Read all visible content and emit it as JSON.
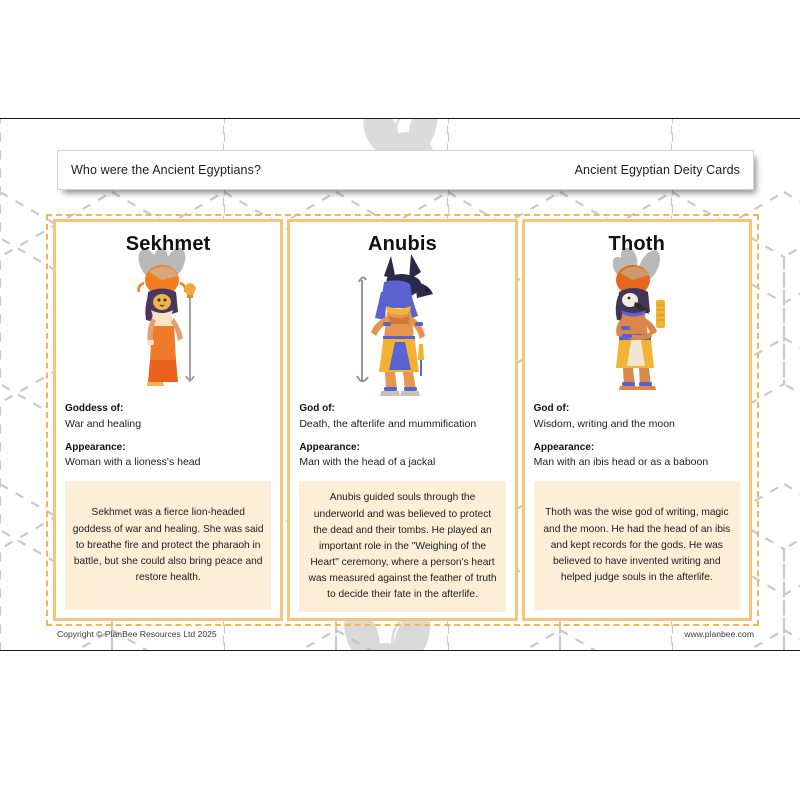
{
  "header": {
    "left_title": "Who were the Ancient Egyptians?",
    "right_title": "Ancient Egyptian Deity Cards"
  },
  "colors": {
    "card_border": "#f5c677",
    "cut_guide": "#f0b855",
    "factbox_bg": "#fdeed7",
    "watermark": "#bfbfbf",
    "text": "#1d1d1d"
  },
  "cards": [
    {
      "name": "Sekhmet",
      "art_icon": "sekhmet-figure",
      "domain_label": "Goddess of:",
      "domain_value": "War and healing",
      "appearance_label": "Appearance:",
      "appearance_value": "Woman with a lioness's head",
      "fact": "Sekhmet was a fierce lion-headed goddess of war and healing. She was said to breathe fire and protect the pharaoh in battle, but she could also bring peace and restore health."
    },
    {
      "name": "Anubis",
      "art_icon": "anubis-figure",
      "domain_label": "God of:",
      "domain_value": "Death, the afterlife and mummification",
      "appearance_label": "Appearance:",
      "appearance_value": "Man with the head of a jackal",
      "fact": "Anubis guided souls through the underworld and was believed to protect the dead and their tombs. He played an important role in the \"Weighing of the Heart\" ceremony, where a person's heart was measured against the feather of truth to decide their fate in the afterlife."
    },
    {
      "name": "Thoth",
      "art_icon": "thoth-figure",
      "domain_label": "God of:",
      "domain_value": "Wisdom, writing and the moon",
      "appearance_label": "Appearance:",
      "appearance_value": "Man with an ibis head or as a baboon",
      "fact": "Thoth was the wise god of writing, magic and the moon. He had the head of an ibis and kept records for the gods. He was believed to have invented writing and helped judge souls in the afterlife."
    }
  ],
  "footer": {
    "copyright": "Copyright © PlanBee Resources Ltd 2025",
    "website": "www.planbee.com"
  }
}
